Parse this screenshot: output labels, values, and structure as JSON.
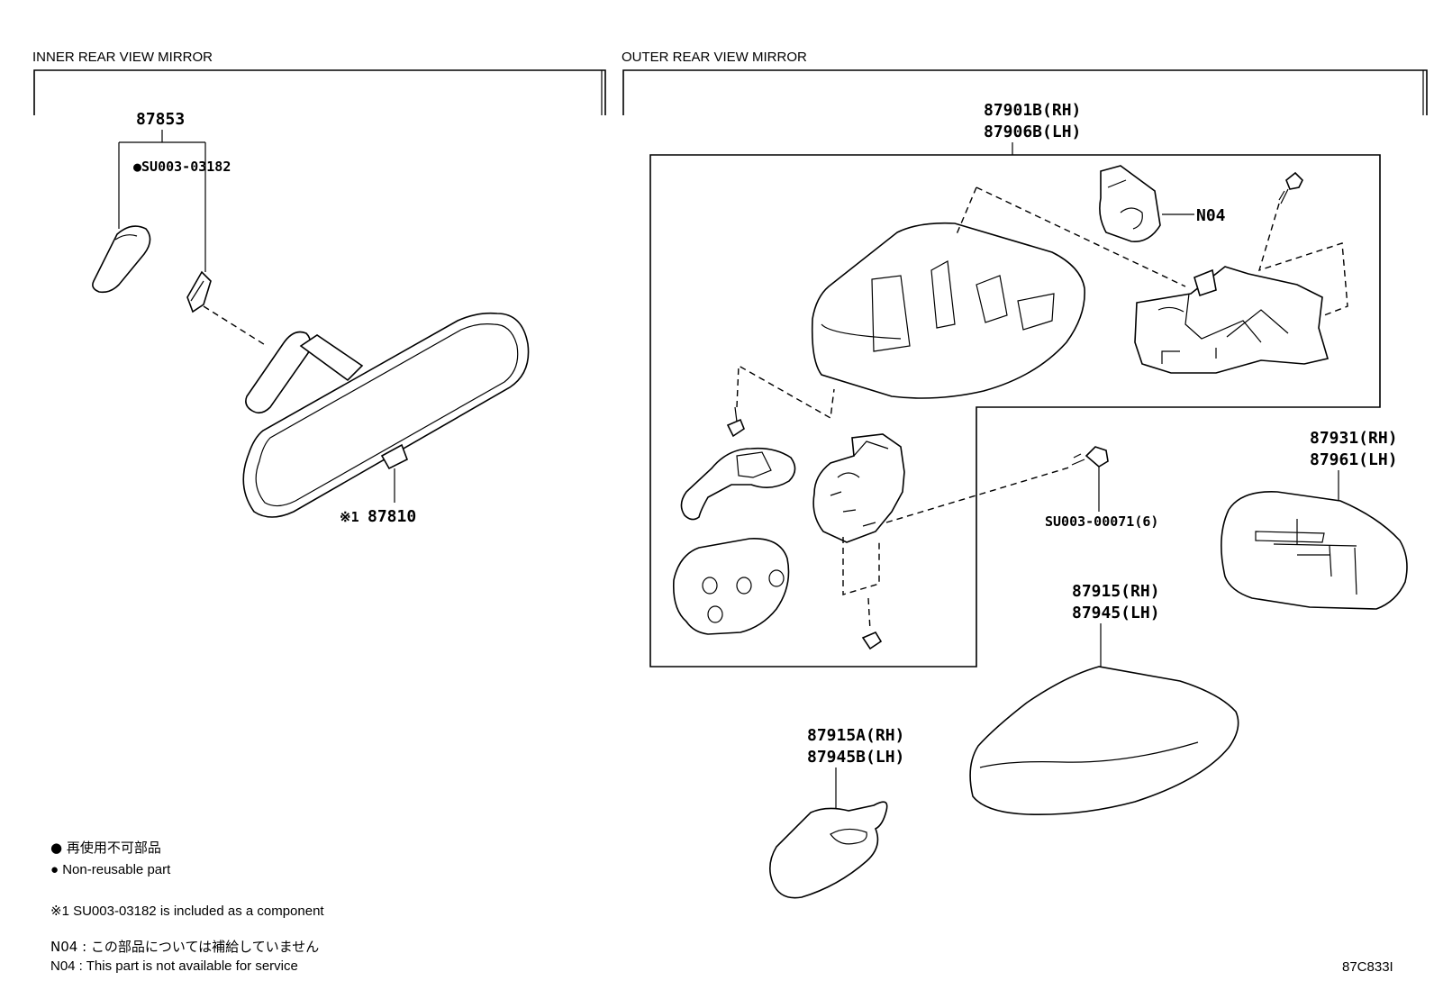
{
  "sections": {
    "inner": "INNER REAR VIEW MIRROR",
    "outer": "OUTER REAR VIEW MIRROR"
  },
  "parts": {
    "p87853": "87853",
    "su003_03182": "●SU003-03182",
    "p87810_mark": "※1",
    "p87810": "87810",
    "p87901b_rh": "87901B(RH)",
    "p87906b_lh": "87906B(LH)",
    "n04": "N04",
    "p87931_rh": "87931(RH)",
    "p87961_lh": "87961(LH)",
    "su003_00071": "SU003-00071(6)",
    "p87915_rh": "87915(RH)",
    "p87945_lh": "87945(LH)",
    "p87915a_rh": "87915A(RH)",
    "p87945b_lh": "87945B(LH)"
  },
  "notes": {
    "nonreusable_jp": "● 再使用不可部品",
    "nonreusable_en": "● Non-reusable part",
    "note1": "※1  SU003-03182 is included as a component",
    "n04_jp": "N04 :  この部品については補給していません",
    "n04_en": "N04 :  This part is not available for service"
  },
  "drawing_code": "87C833I"
}
